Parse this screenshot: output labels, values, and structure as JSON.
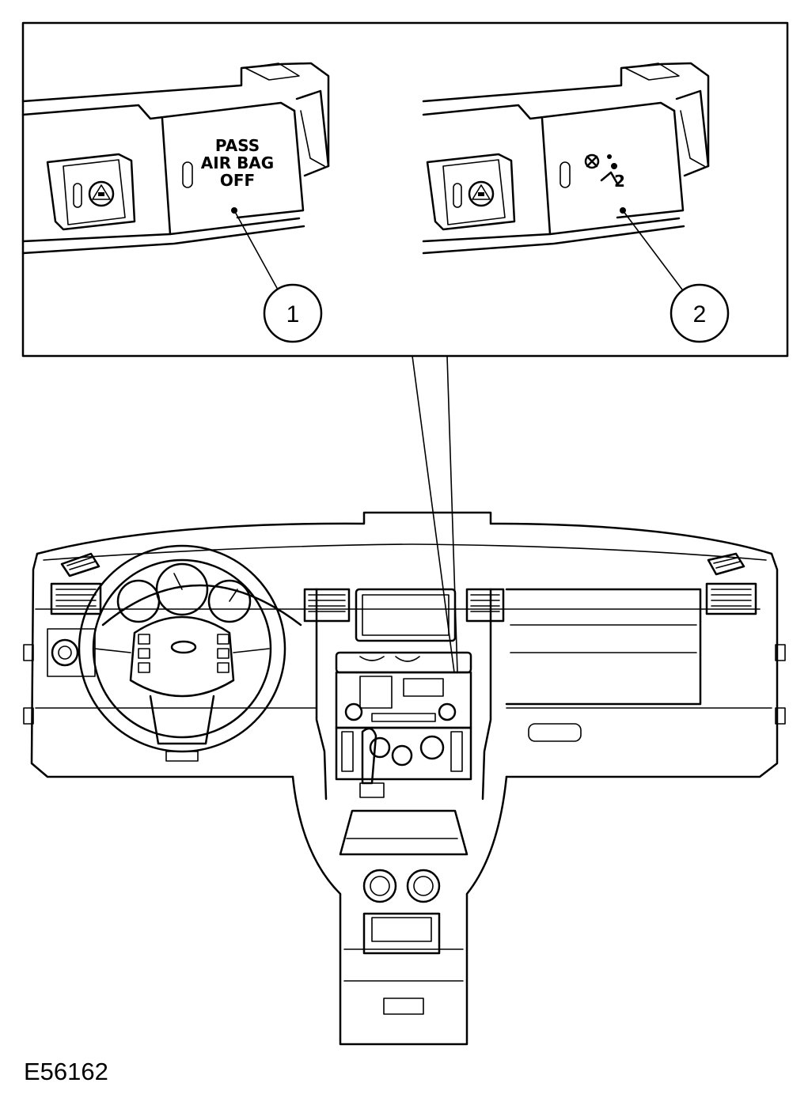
{
  "callouts": [
    {
      "number": "1"
    },
    {
      "number": "2"
    }
  ],
  "switch_1_text": {
    "line1": "PASS",
    "line2": "AIR BAG",
    "line3": "OFF"
  },
  "switch_2_symbol_digit": "2",
  "figure_id": "E56162",
  "icons": [
    "hazard-warning-icon",
    "passenger-airbag-off-icon"
  ]
}
